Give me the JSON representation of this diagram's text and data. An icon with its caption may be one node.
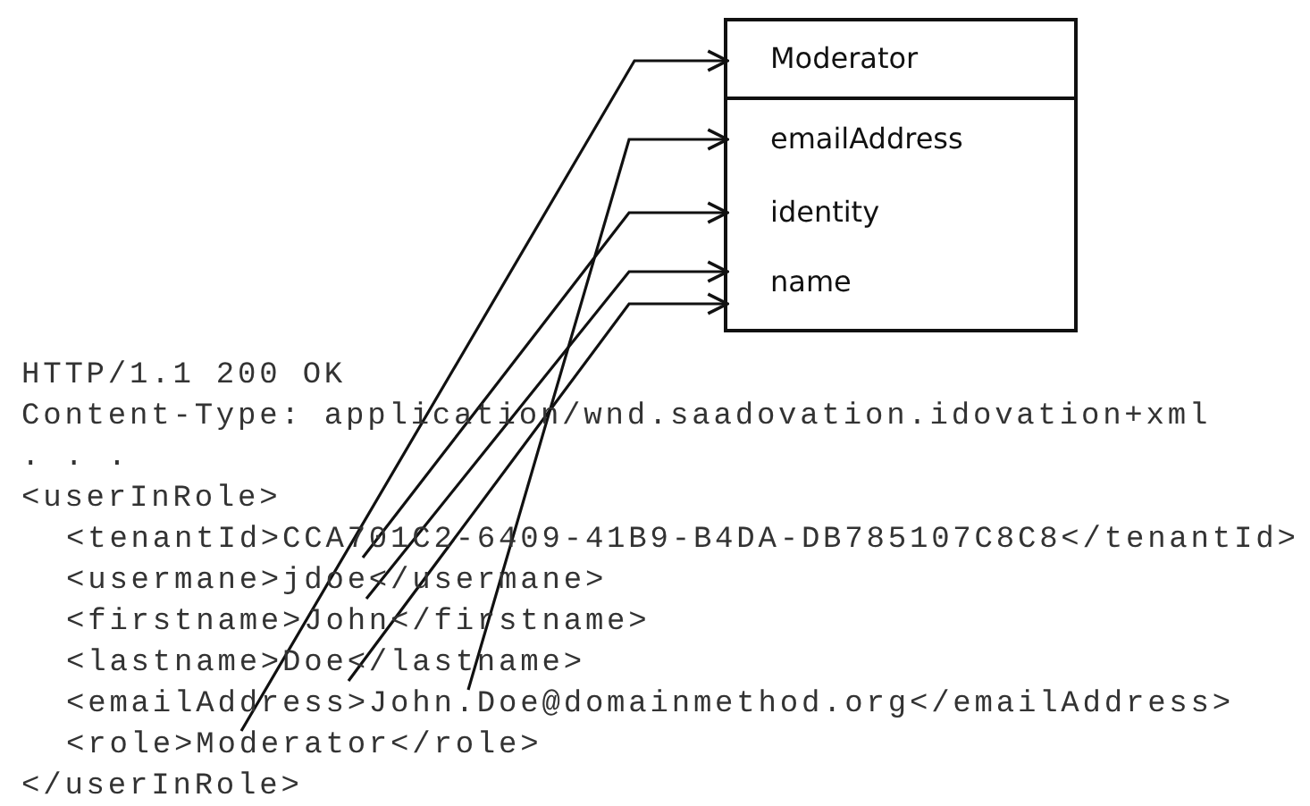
{
  "diagram": {
    "nodes": [
      {
        "text": [],
        "shape": "box"
      },
      {
        "text": [
          "Moderator"
        ],
        "in": 0
      },
      {
        "text": [
          "emailAddress"
        ],
        "in": 0
      },
      {
        "text": [
          "identity"
        ],
        "in": 0
      },
      {
        "text": [
          "name"
        ],
        "in": 0
      },
      {
        "text": [
          "<tenantId>CCA701C2-6409-41B9-B4DA-DB785107C8C8</tenantId>"
        ]
      },
      {
        "text": [
          "<usermane>jdoe</usermane>"
        ]
      },
      {
        "text": [
          "<lastname>Doe</lastname>"
        ]
      },
      {
        "text": [
          "<emailAddress>John.Doe@domainmethod.org</emailAddress>"
        ]
      },
      {
        "text": [
          "<role>Moderator</role>"
        ]
      }
    ],
    "edges": [
      {
        "from": 9,
        "to": 1,
        "arrow": "to"
      },
      {
        "from": 8,
        "to": 2,
        "arrow": "to"
      },
      {
        "from": 5,
        "to": 3,
        "arrow": "to"
      },
      {
        "from": 6,
        "to": 4,
        "arrow": "to"
      },
      {
        "from": 7,
        "to": 4,
        "arrow": "to"
      }
    ],
    "labels": [
      "HTTP/1.1 200 OK",
      "Content-Type: application/wnd.saadovation.idovation+xml",
      ". . .",
      "<userInRole>",
      "<firstname>John</firstname>",
      "</userInRole>"
    ]
  }
}
